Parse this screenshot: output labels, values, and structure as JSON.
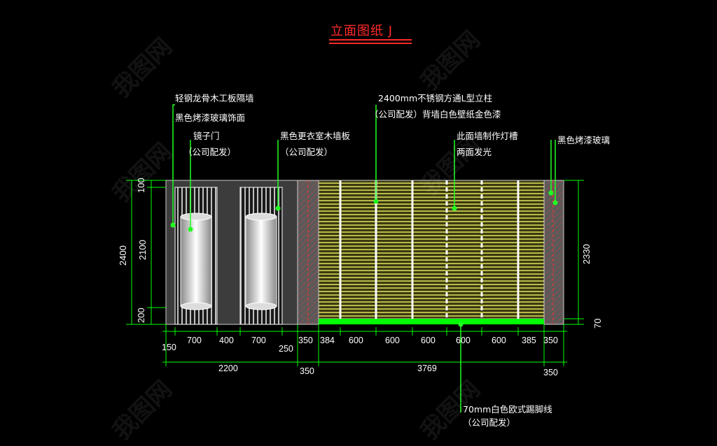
{
  "title": "立面图纸 J",
  "watermark": "我图网",
  "annotations": {
    "partition": "轻钢龙骨木工板隔墙",
    "black_glass_face": "黑色烤漆玻璃饰面",
    "mirror_door": "镜子门",
    "company_supply_1": "（公司配发）",
    "wardrobe_panel": "黑色更衣室木墙板",
    "company_supply_2": "（公司配发）",
    "l_column": "2400mm不锈钢方通L型立柱",
    "back_wall": "（公司配发）背墙白色壁纸金色漆",
    "light_trough": "此面墙制作灯槽",
    "light_sides": "两面发光",
    "black_glass": "黑色烤漆玻璃",
    "skirting": "70mm白色欧式踢脚线",
    "company_supply_3": "（公司配发）"
  },
  "dimensions": {
    "bottom_row1": [
      "150",
      "700",
      "400",
      "700",
      "250",
      "350",
      "384",
      "600",
      "600",
      "600",
      "600",
      "600",
      "385",
      "350"
    ],
    "bottom_row2": [
      "2200",
      "350",
      "3769",
      "350"
    ],
    "left": [
      "100",
      "2400",
      "2100",
      "200"
    ],
    "right": [
      "2330",
      "70"
    ]
  },
  "colors": {
    "line": "#00ff00",
    "annotation_line": "#22ff22",
    "title": "#ff2a2a",
    "wall_stripes": "#b8b84a",
    "text": "#ffffff"
  }
}
